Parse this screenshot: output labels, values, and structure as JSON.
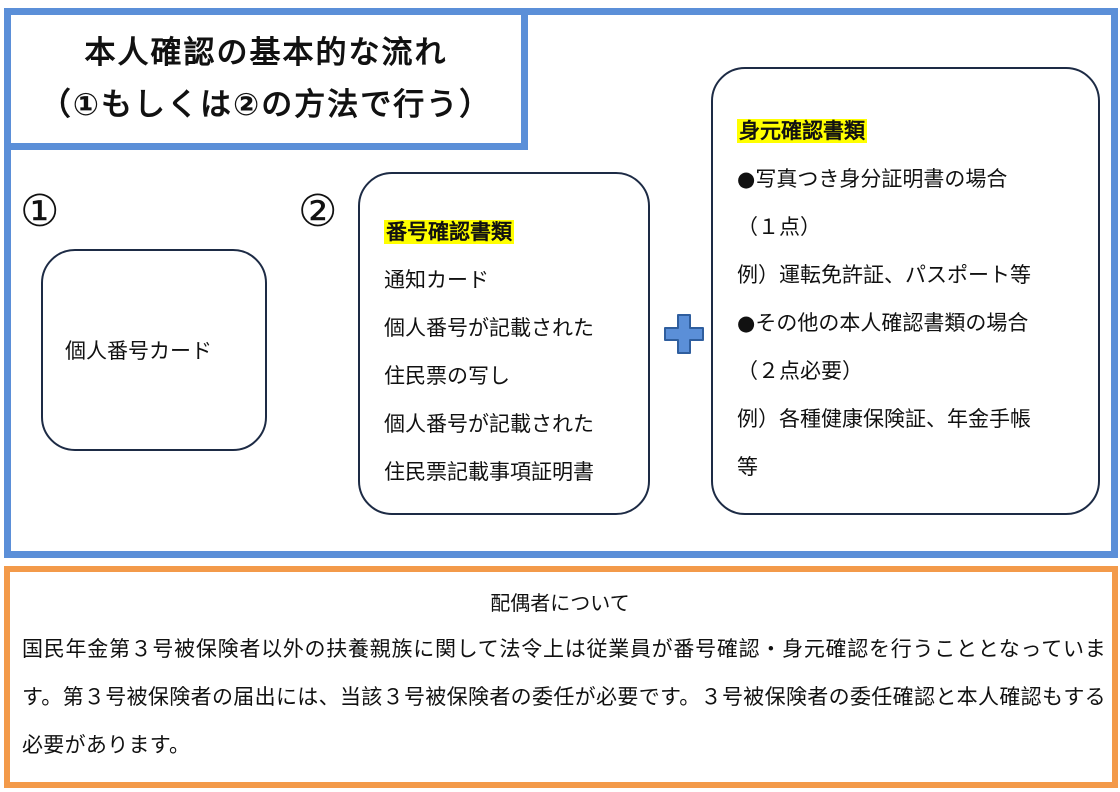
{
  "title": {
    "line1": "本人確認の基本的な流れ",
    "line2": "（①もしくは②の方法で行う）"
  },
  "method1": {
    "number": "①",
    "box_text": "個人番号カード"
  },
  "method2": {
    "number": "②",
    "number_docs": {
      "heading": "番号確認書類",
      "lines": [
        "通知カード",
        "個人番号が記載された",
        "住民票の写し",
        "個人番号が記載された",
        "住民票記載事項証明書"
      ]
    },
    "plus_icon": "plus-icon",
    "identity_docs": {
      "heading": "身元確認書類",
      "lines": [
        "●写真つき身分証明書の場合",
        "（１点）",
        "例）運転免許証、パスポート等",
        "●その他の本人確認書類の場合",
        "（２点必要）",
        "例）各種健康保険証、年金手帳",
        "等"
      ]
    }
  },
  "spouse": {
    "heading": "配偶者について",
    "body": "国民年金第３号被保険者以外の扶養親族に関して法令上は従業員が番号確認・身元確認を行うこととなっています。第３号被保険者の届出には、当該３号被保険者の委任が必要です。３号被保険者の委任確認と本人確認もする必要があります。"
  },
  "colors": {
    "top_frame": "#5b8fd8",
    "bottom_frame": "#f39a4a",
    "highlight": "#ffff00",
    "plus": "#5b8fd8",
    "box_border": "#1d2b45"
  }
}
